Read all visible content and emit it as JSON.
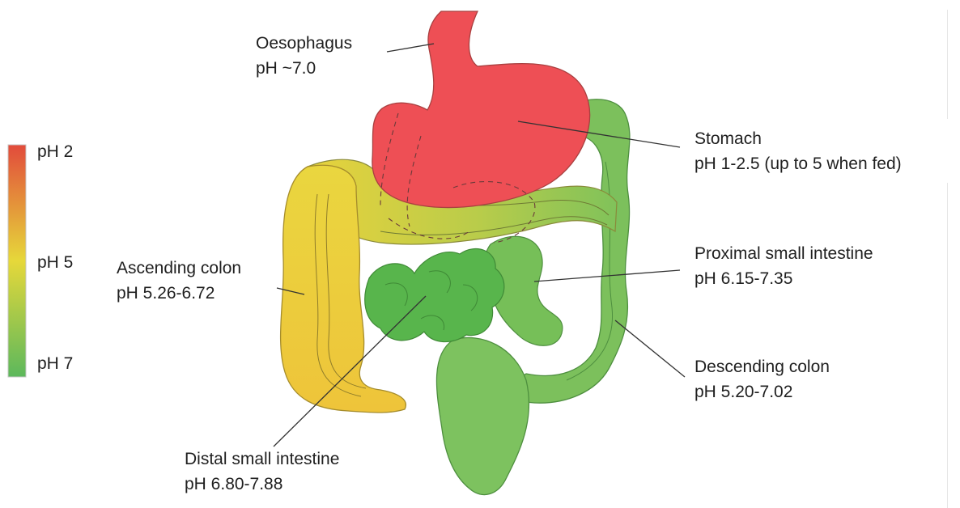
{
  "scale": {
    "labels": [
      "pH 2",
      "pH 5",
      "pH 7"
    ],
    "colors": [
      "#e24b3b",
      "#e6d83a",
      "#5cb85c"
    ]
  },
  "regions": {
    "oesophagus": {
      "name": "Oesophagus",
      "ph": "pH ~7.0",
      "color": "#ee4f55"
    },
    "stomach": {
      "name": "Stomach",
      "ph": "pH 1-2.5 (up to 5 when fed)",
      "color": "#ee4f55"
    },
    "ascending_colon": {
      "name": "Ascending colon",
      "ph": "pH 5.26-6.72",
      "color": "#efcd3a"
    },
    "proximal_small_intestine": {
      "name": "Proximal small intestine",
      "ph": "pH 6.15-7.35",
      "color": "#76bf58"
    },
    "distal_small_intestine": {
      "name": "Distal small intestine",
      "ph": "pH 6.80-7.88",
      "color": "#58b54c"
    },
    "descending_colon": {
      "name": "Descending colon",
      "ph": "pH 5.20-7.02",
      "color": "#7cc05c"
    }
  }
}
